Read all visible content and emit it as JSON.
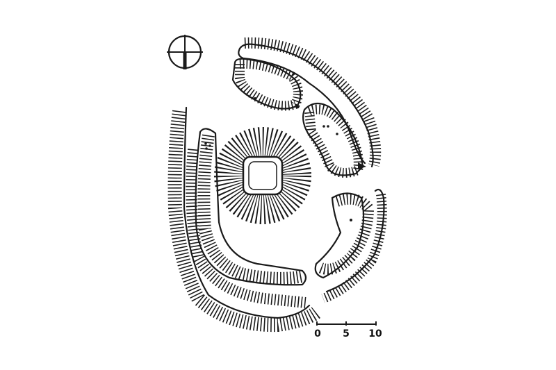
{
  "plan": {
    "ink_color": "#1a1a1a",
    "background": "#ffffff",
    "north_symbol": "north-arrow-icon",
    "scale_bar": {
      "labels": [
        "0",
        "5",
        "10"
      ],
      "range": [
        0,
        10
      ]
    }
  }
}
